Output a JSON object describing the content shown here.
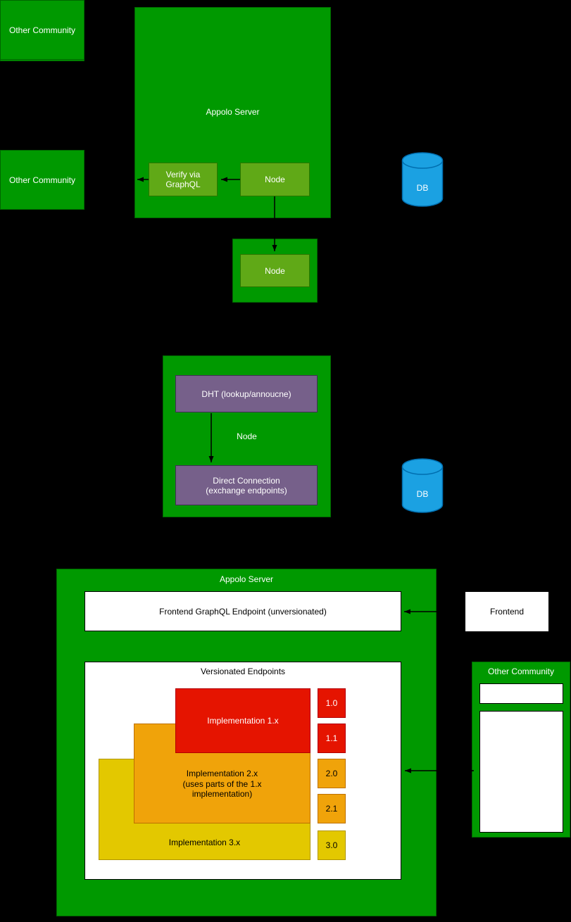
{
  "colors": {
    "background": "#000000",
    "green_dark": "#009900",
    "green_light": "#60a917",
    "purple": "#76608a",
    "blue": "#1ba1e2",
    "red": "#e51400",
    "orange": "#f0a30a",
    "yellow": "#e3c800"
  },
  "top_section": {
    "other_communities": [
      {
        "label": "Other Community"
      },
      {
        "label": "Other Community"
      },
      {
        "label": "Other Community"
      }
    ],
    "appolo_server": {
      "title": "Appolo Server",
      "verify_label": "Verify via\nGraphQL",
      "node_label": "Node"
    },
    "db_label": "DB",
    "standalone_node_label": "Node"
  },
  "middle_section": {
    "dht_label": "DHT (lookup/annoucne)",
    "node_label": "Node",
    "direct_connection_label": "Direct Connection\n(exchange endpoints)",
    "db_label": "DB"
  },
  "bottom_section": {
    "appolo_server_title": "Appolo Server",
    "frontend_endpoint_label": "Frontend GraphQL Endpoint (unversionated)",
    "versionated_title": "Versionated Endpoints",
    "impl1_label": "Implementation 1.x",
    "impl2_label": "Implementation 2.x\n(uses parts of the 1.x\nimplementation)",
    "impl3_label": "Implementation 3.x",
    "versions": [
      {
        "label": "1.0"
      },
      {
        "label": "1.1"
      },
      {
        "label": "2.0"
      },
      {
        "label": "2.1"
      },
      {
        "label": "3.0"
      }
    ],
    "frontend_label": "Frontend",
    "other_community_title": "Other Community"
  }
}
